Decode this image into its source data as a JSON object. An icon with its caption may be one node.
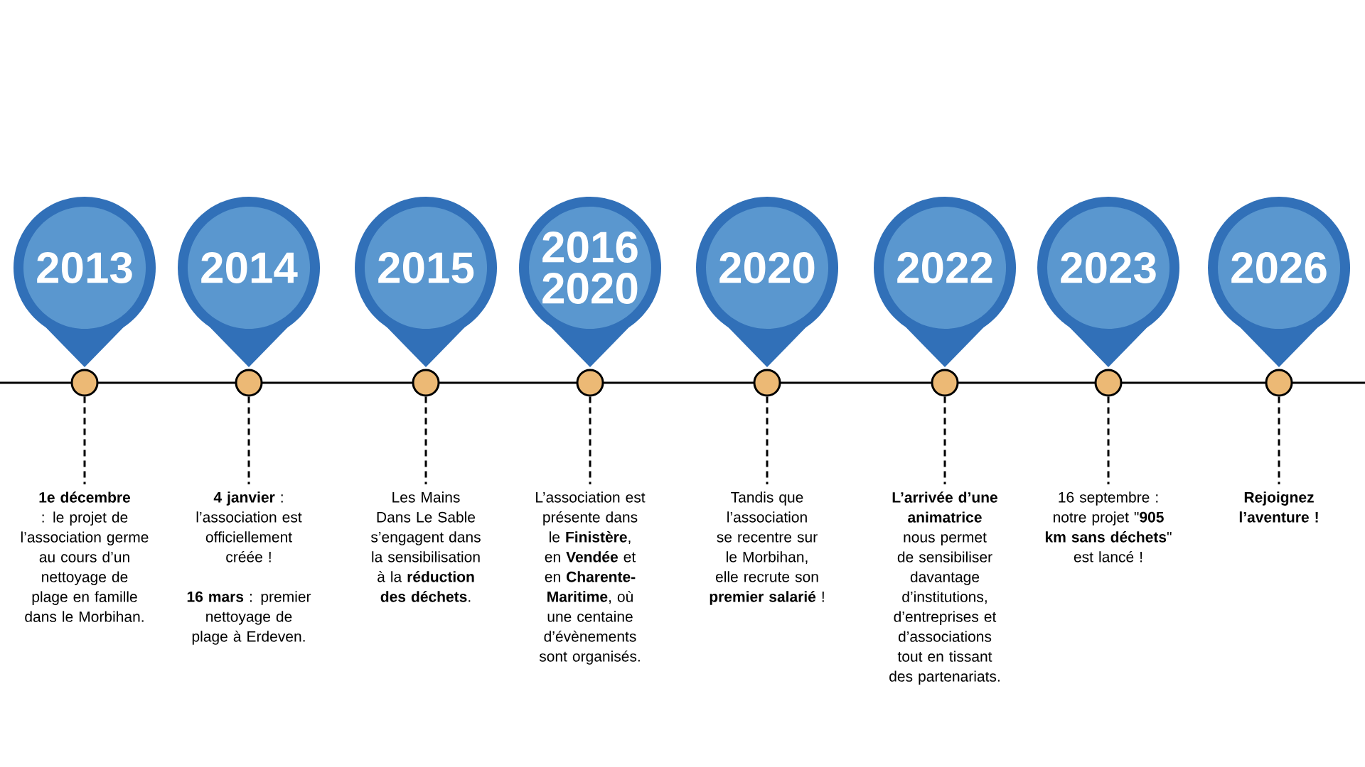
{
  "diagram": {
    "nodes": [
      {
        "text": [
          "2013"
        ]
      },
      {
        "text": [],
        "shape": "circle"
      },
      {
        "text": [
          "**1e décembre** : le projet de l’association germe au cours d’un nettoyage de plage en famille dans le Morbihan."
        ]
      },
      {
        "text": [
          "2014"
        ]
      },
      {
        "text": [],
        "shape": "circle"
      },
      {
        "text": [
          "**4 janvier** : l’association est officiellement créée !",
          "**16 mars** : premier nettoyage de plage à Erdeven."
        ]
      },
      {
        "text": [
          "2015"
        ]
      },
      {
        "text": [],
        "shape": "circle"
      },
      {
        "text": [
          "Les Mains Dans Le Sable s’engagent dans la sensibilisation à la **réduction des déchets**."
        ]
      },
      {
        "text": [
          "2016 2020"
        ]
      },
      {
        "text": [],
        "shape": "circle"
      },
      {
        "text": [
          "L’association est présente dans le **Finistère**, en **Vendée** et en **Charente-Maritime**, où une centaine d’évènements sont organisés."
        ]
      },
      {
        "text": [
          "2020"
        ]
      },
      {
        "text": [],
        "shape": "circle"
      },
      {
        "text": [
          "Tandis que l’association se recentre sur le Morbihan, elle recrute son **premier salarié** !"
        ]
      },
      {
        "text": [
          "2022"
        ]
      },
      {
        "text": [],
        "shape": "circle"
      },
      {
        "text": [
          "**L’arrivée d’une animatrice** nous permet de sensibiliser davantage d’institutions, d’entreprises et d’associations tout en tissant des partenariats."
        ]
      },
      {
        "text": [
          "2023"
        ]
      },
      {
        "text": [],
        "shape": "circle"
      },
      {
        "text": [
          "16 septembre : notre projet \"**905 km sans déchets**\" est lancé !"
        ]
      },
      {
        "text": [
          "2026"
        ]
      },
      {
        "text": [],
        "shape": "circle"
      },
      {
        "text": [
          "Rejoignez l’aventure !"
        ]
      }
    ],
    "edges": [
      {
        "from": 1,
        "to": 2,
        "arrow": "none",
        "style": "dashed"
      },
      {
        "from": 4,
        "to": 5,
        "arrow": "none",
        "style": "dashed"
      },
      {
        "from": 7,
        "to": 8,
        "arrow": "none",
        "style": "dashed"
      },
      {
        "from": 10,
        "to": 11,
        "arrow": "none",
        "style": "dashed"
      },
      {
        "from": 13,
        "to": 14,
        "arrow": "none",
        "style": "dashed"
      },
      {
        "from": 16,
        "to": 17,
        "arrow": "none",
        "style": "dashed"
      },
      {
        "from": 19,
        "to": 20,
        "arrow": "none",
        "style": "dashed"
      },
      {
        "from": 22,
        "to": 23,
        "arrow": "none",
        "style": "dashed"
      }
    ]
  }
}
